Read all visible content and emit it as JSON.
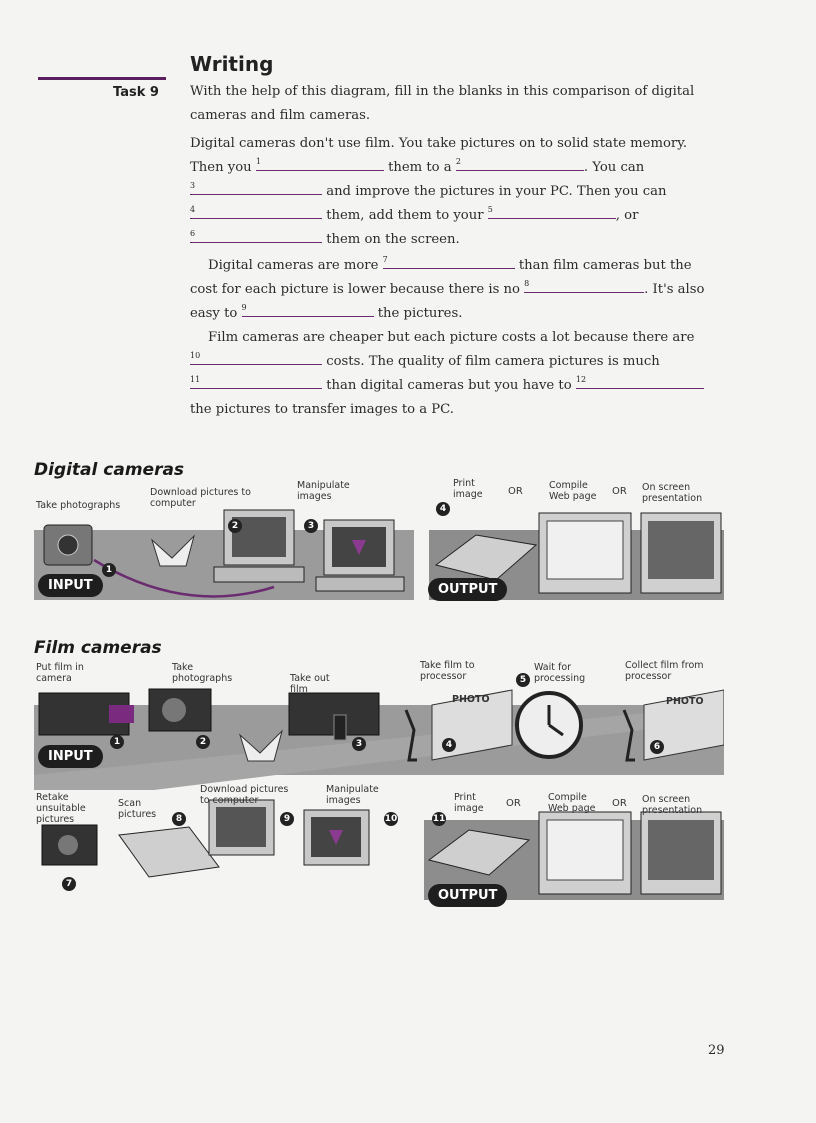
{
  "heading": "Writing",
  "task_label": "Task 9",
  "instruction": "With the help of this diagram, fill in the blanks in this comparison of digital cameras and film cameras.",
  "paragraph1": {
    "l1": "Digital cameras don't use film. You take pictures on to solid state memory.",
    "l2a": "Then you",
    "n1": "1",
    "l2b": "them to a",
    "n2": "2",
    "l2c": ". You can",
    "n3": "3",
    "l3": "and improve the pictures in your PC. Then you can",
    "n4": "4",
    "l4a": "them, add them to your",
    "n5": "5",
    "l4b": ", or",
    "n6": "6",
    "l5": "them on the screen."
  },
  "paragraph2": {
    "l1a": "Digital cameras are more",
    "n7": "7",
    "l1b": "than film cameras but the",
    "l2a": "cost for each picture is lower because there is no",
    "n8": "8",
    "l2b": ". It's also",
    "l3a": "easy to",
    "n9": "9",
    "l3b": "the pictures."
  },
  "paragraph3": {
    "l1": "Film cameras are cheaper but each picture costs a lot because there are",
    "n10": "10",
    "l2": "costs. The quality of film camera pictures is much",
    "n11": "11",
    "l3a": "than digital cameras but you have to",
    "n12": "12",
    "l4": "the pictures to transfer images to a PC."
  },
  "digital": {
    "title": "Digital cameras",
    "take": "Take photographs",
    "download": "Download pictures to computer",
    "manipulate": "Manipulate images",
    "print": "Print image",
    "compile": "Compile Web page",
    "onscreen": "On screen presentation",
    "or": "OR",
    "input": "INPUT",
    "output": "OUTPUT",
    "b1": "1",
    "b2": "2",
    "b3": "3",
    "b4": "4"
  },
  "film": {
    "title": "Film cameras",
    "put": "Put film in camera",
    "take": "Take photographs",
    "takeout": "Take out film",
    "takefilm": "Take film to processor",
    "wait": "Wait for processing",
    "collect": "Collect film from processor",
    "retake": "Retake unsuitable pictures",
    "scan": "Scan pictures",
    "download": "Download pictures to computer",
    "manipulate": "Manipulate images",
    "print": "Print image",
    "compile": "Compile Web page",
    "onscreen": "On screen presentation",
    "or": "OR",
    "input": "INPUT",
    "output": "OUTPUT",
    "photo": "PHOTO",
    "b1": "1",
    "b2": "2",
    "b3": "3",
    "b4": "4",
    "b5": "5",
    "b6": "6",
    "b7": "7",
    "b8": "8",
    "b9": "9",
    "b10": "10",
    "b11": "11"
  },
  "page_number": "29"
}
